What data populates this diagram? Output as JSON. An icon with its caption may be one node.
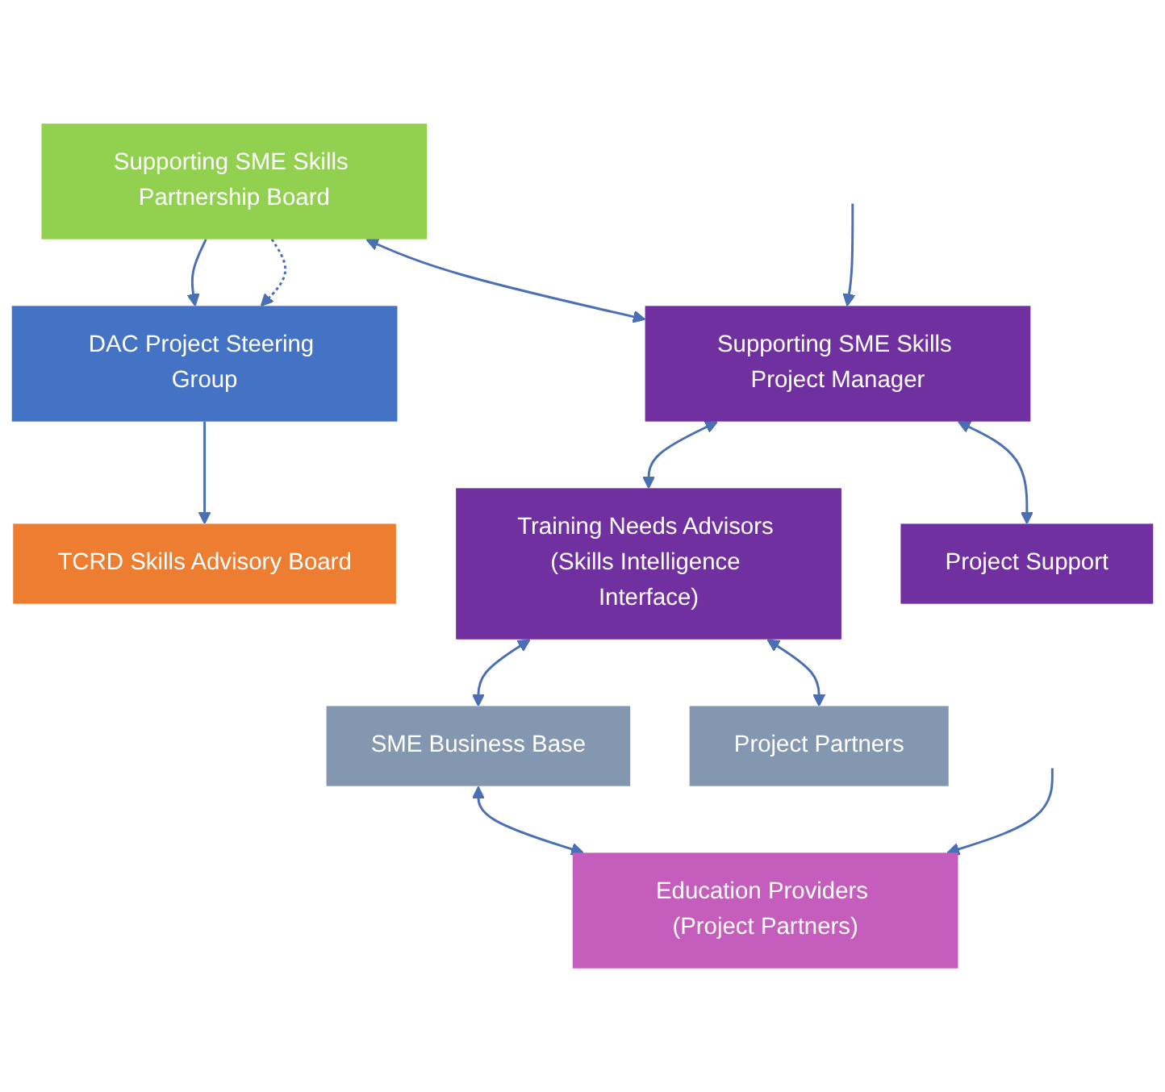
{
  "diagram": {
    "nodes": [
      {
        "text": [
          "Supporting SME Skills Partnership Board"
        ]
      },
      {
        "text": [
          "DAC Project Steering Group"
        ]
      },
      {
        "text": [
          "TCRD Skills Advisory Board"
        ]
      },
      {
        "text": [
          "Supporting SME Skills Project Manager"
        ]
      },
      {
        "text": [
          "Training Needs Advisors (Skills Intelligence Interface)"
        ]
      },
      {
        "text": [
          "Project Support"
        ]
      },
      {
        "text": [
          "SME Business Base"
        ]
      },
      {
        "text": [
          "Project Partners"
        ]
      },
      {
        "text": [
          "Education Providers (Project Partners)"
        ]
      }
    ],
    "edges": [
      {
        "from": 0,
        "to": 1,
        "arrow": "to"
      },
      {
        "from": 1,
        "to": 2,
        "arrow": "to"
      },
      {
        "from": 0,
        "to": 3,
        "arrow": "both"
      },
      {
        "from": 0,
        "to": 1,
        "arrow": "to",
        "style": "dashed"
      },
      {
        "from": null,
        "to": 3,
        "arrow": "to"
      },
      {
        "from": 3,
        "to": 4,
        "arrow": "both"
      },
      {
        "from": 3,
        "to": 5,
        "arrow": "both"
      },
      {
        "from": 4,
        "to": 6,
        "arrow": "both"
      },
      {
        "from": 4,
        "to": 7,
        "arrow": "both"
      },
      {
        "from": 6,
        "to": 8,
        "arrow": "both"
      },
      {
        "from": null,
        "to": 8,
        "arrow": "to"
      }
    ]
  }
}
